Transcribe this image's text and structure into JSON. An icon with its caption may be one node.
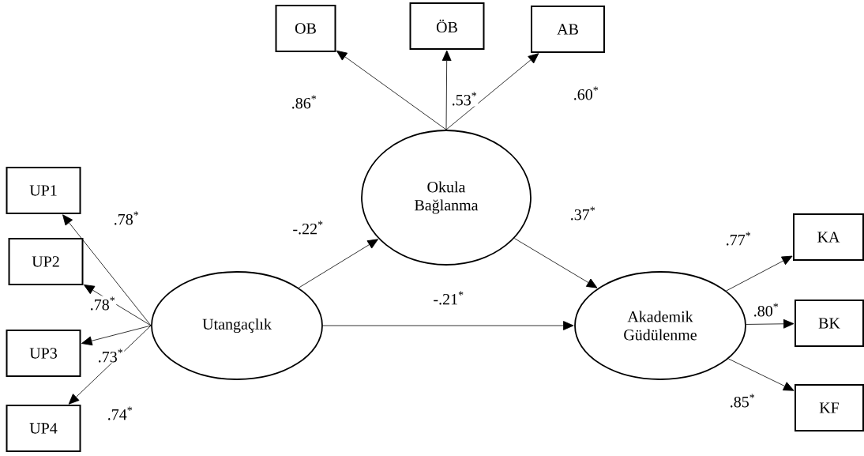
{
  "diagram": {
    "nodes": [
      {
        "text": [
          "OB"
        ]
      },
      {
        "text": [
          "ÖB"
        ]
      },
      {
        "text": [
          "AB"
        ]
      },
      {
        "text": [
          "Okula Bağlanma"
        ]
      },
      {
        "text": [
          "UP1"
        ]
      },
      {
        "text": [
          "UP2"
        ]
      },
      {
        "text": [
          "UP3"
        ]
      },
      {
        "text": [
          "UP4"
        ]
      },
      {
        "text": [
          "Utangaçlık"
        ]
      },
      {
        "text": [
          "Akademik Güdülenme"
        ]
      },
      {
        "text": [
          "KA"
        ]
      },
      {
        "text": [
          "BK"
        ]
      },
      {
        "text": [
          "KF"
        ]
      }
    ],
    "edges": [
      {
        "from": 3,
        "to": 0,
        "arrow": "to",
        "label": ".86$^{*}$"
      },
      {
        "from": 3,
        "to": 1,
        "arrow": "to",
        "label": ".53$^{*}$"
      },
      {
        "from": 3,
        "to": 2,
        "arrow": "to",
        "label": ".60$^{*}$"
      },
      {
        "from": 8,
        "to": 4,
        "arrow": "to",
        "label": ".78$^{*}$"
      },
      {
        "from": 8,
        "to": 5,
        "arrow": "to",
        "label": ".78$^{*}$"
      },
      {
        "from": 8,
        "to": 6,
        "arrow": "to",
        "label": ".73$^{*}$"
      },
      {
        "from": 8,
        "to": 7,
        "arrow": "to",
        "label": ".74$^{*}$"
      },
      {
        "from": 8,
        "to": 3,
        "arrow": "to",
        "label": "-.22$^{*}$"
      },
      {
        "from": 3,
        "to": 9,
        "arrow": "to",
        "label": ".37$^{*}$"
      },
      {
        "from": 8,
        "to": 9,
        "arrow": "to",
        "label": "-.21$^{*}$"
      },
      {
        "from": 9,
        "to": 10,
        "arrow": "to",
        "label": ".77$^{*}$"
      },
      {
        "from": 9,
        "to": 11,
        "arrow": "to",
        "label": ".80$^{*}$"
      },
      {
        "from": 9,
        "to": 12,
        "arrow": "to",
        "label": ".85$^{*}$"
      }
    ]
  }
}
